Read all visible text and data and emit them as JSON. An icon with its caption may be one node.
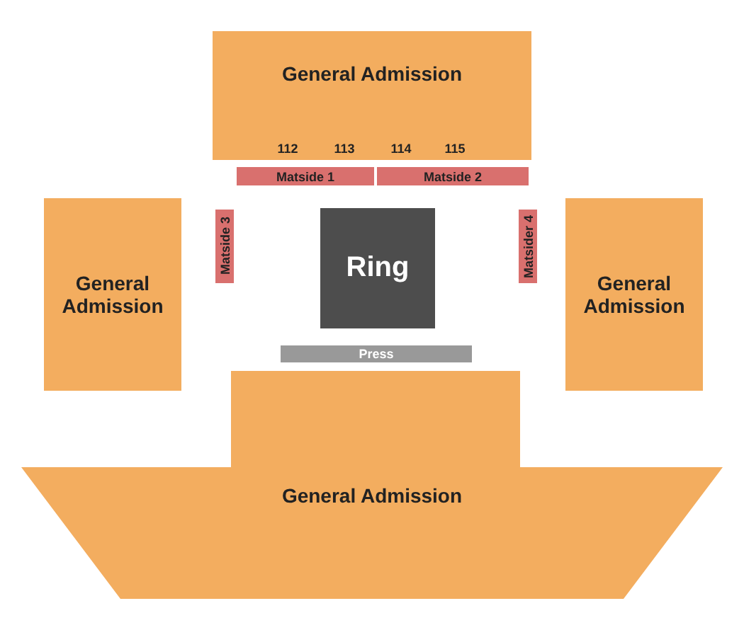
{
  "diagram": {
    "nodes": [
      {
        "text": [
          "General Admission"
        ]
      },
      {
        "text": [
          "Matside 1"
        ]
      },
      {
        "text": [
          "Matside 2"
        ]
      },
      {
        "text": [
          "General Admission"
        ]
      },
      {
        "text": [
          "Matside 3"
        ]
      },
      {
        "text": [
          "Ring"
        ]
      },
      {
        "text": [
          "Matsider 4"
        ]
      },
      {
        "text": [
          "General Admission"
        ]
      },
      {
        "text": [
          "Press"
        ]
      },
      {
        "text": [
          "General Admission"
        ]
      }
    ],
    "edges": [],
    "labels": [
      "112",
      "113",
      "114",
      "115"
    ]
  }
}
